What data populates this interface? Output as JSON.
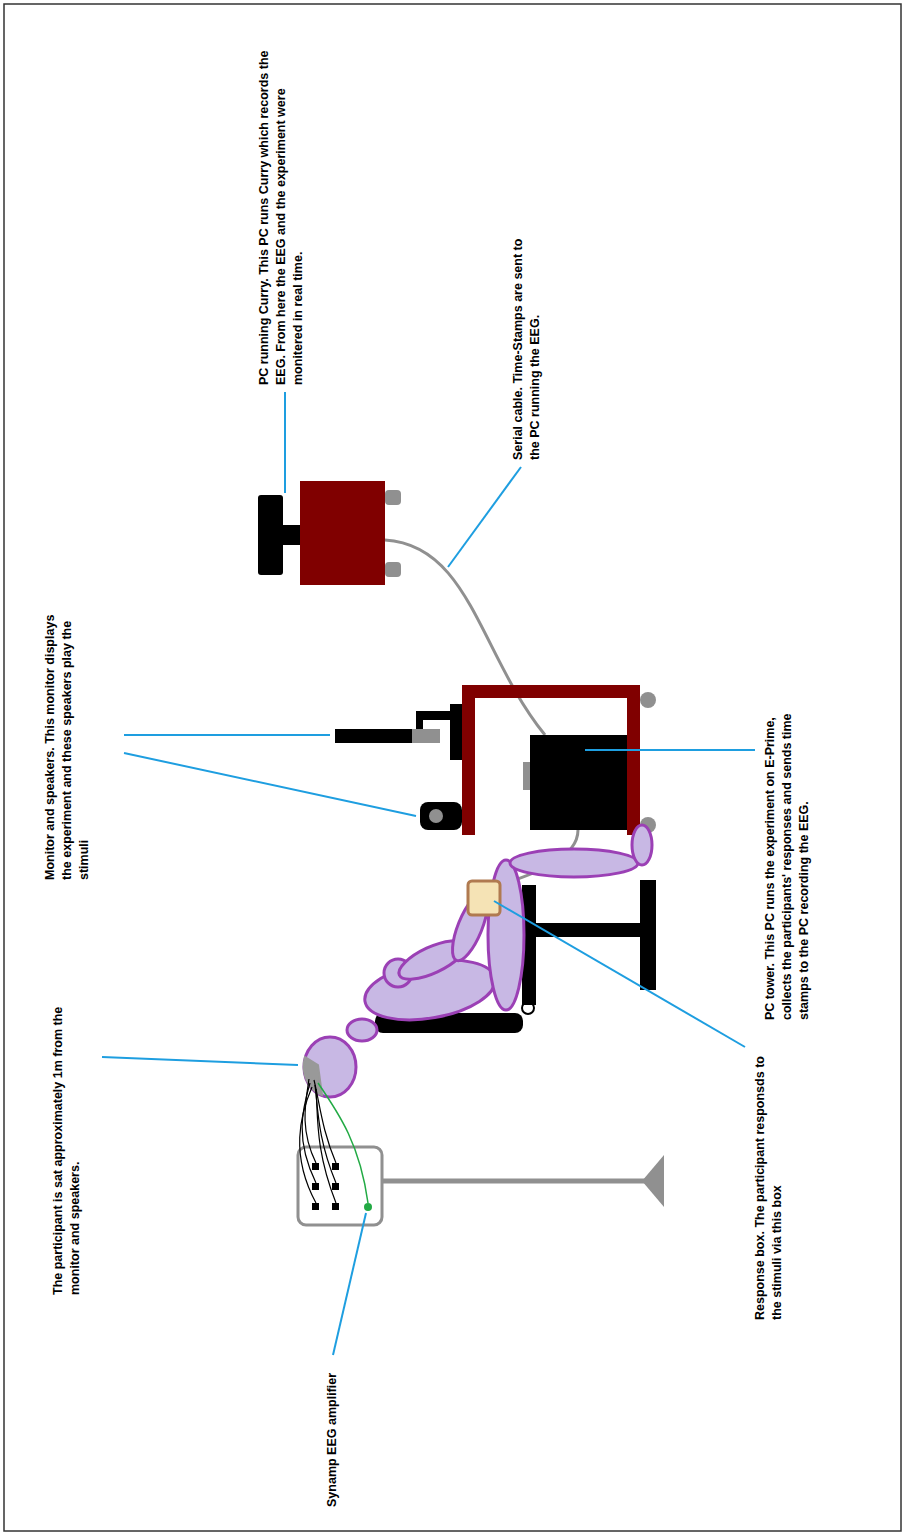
{
  "diagram": {
    "labels": [
      "PC running Curry. This PC runs Curry which records the EEG. From here the EEG and the experiment were monitered in real time.",
      "Serial cable. Time-Stamps are sent to the PC running the EEG.",
      "Monitor and speakers. This monitor displays the experiment and these speakers play the stimuli",
      "PC tower. This PC runs the experiment on E-Prime, collects the participants' responses and sends time stamps to the PC recording the EEG.",
      "The participant is sat approximately 1m from the monitor and speakers.",
      "Response box. The participant responsds to the stimuli via this box",
      "Synamp EEG amplifier"
    ]
  }
}
